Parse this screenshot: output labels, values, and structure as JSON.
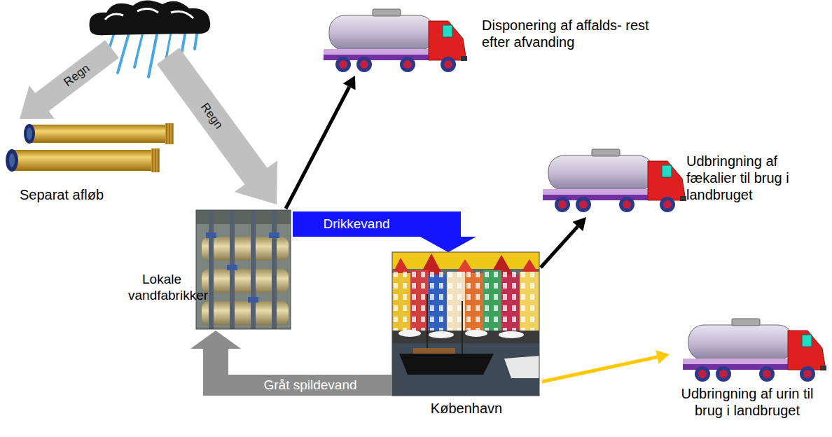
{
  "diagram": {
    "nodes": [
      {
        "text": [
          "Separat afløb"
        ]
      },
      {
        "text": [
          "Lokale vandfabrikker"
        ]
      },
      {
        "text": [
          "Disponering af affalds- rest efter afvanding"
        ]
      },
      {
        "text": [
          "Udbringning af fækalier til brug i landbruget"
        ]
      },
      {
        "text": [
          "København"
        ]
      },
      {
        "text": [
          "Udbringning af urin til brug i landbruget"
        ]
      }
    ],
    "edges": [
      {
        "from": 1,
        "to": 2,
        "arrow": "to"
      },
      {
        "from": 1,
        "to": 4,
        "label": "Drikkevand",
        "arrow": "to"
      },
      {
        "from": 4,
        "to": 1,
        "label": "Gråt spildevand",
        "arrow": "to"
      },
      {
        "from": 4,
        "to": 3,
        "arrow": "to"
      },
      {
        "from": 4,
        "to": 5,
        "arrow": "to"
      }
    ],
    "labels": [
      "Regn",
      "Regn"
    ]
  }
}
